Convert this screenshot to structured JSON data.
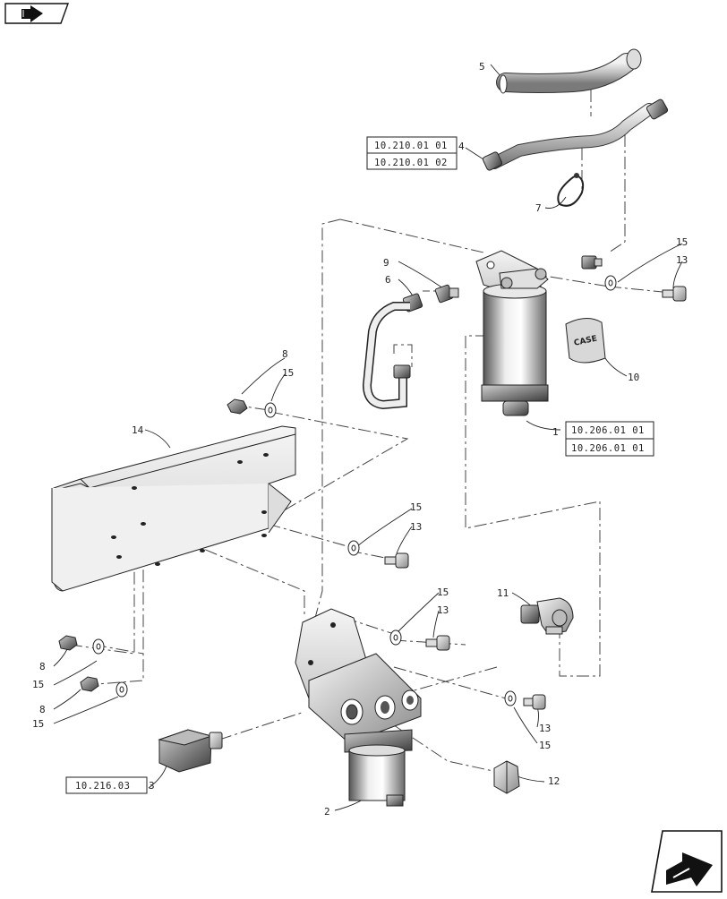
{
  "nav": {
    "back_icon": "arrow-back-icon",
    "forward_icon": "arrow-forward-icon"
  },
  "callouts": {
    "c1": "1",
    "c2": "2",
    "c3": "3",
    "c4": "4",
    "c5": "5",
    "c6": "6",
    "c7": "7",
    "c8a": "8",
    "c8b": "8",
    "c8c": "8",
    "c9": "9",
    "c10": "10",
    "c11": "11",
    "c12": "12",
    "c13a": "13",
    "c13b": "13",
    "c13c": "13",
    "c13d": "13",
    "c14": "14",
    "c15a": "15",
    "c15b": "15",
    "c15c": "15",
    "c15d": "15",
    "c15e": "15",
    "c15f": "15"
  },
  "refs": {
    "r4a": "10.210.01 01",
    "r4b": "10.210.01 02",
    "r1a": "10.206.01 01",
    "r1b": "10.206.01 01",
    "r3": "10.216.03"
  },
  "decal_text": "CASE"
}
